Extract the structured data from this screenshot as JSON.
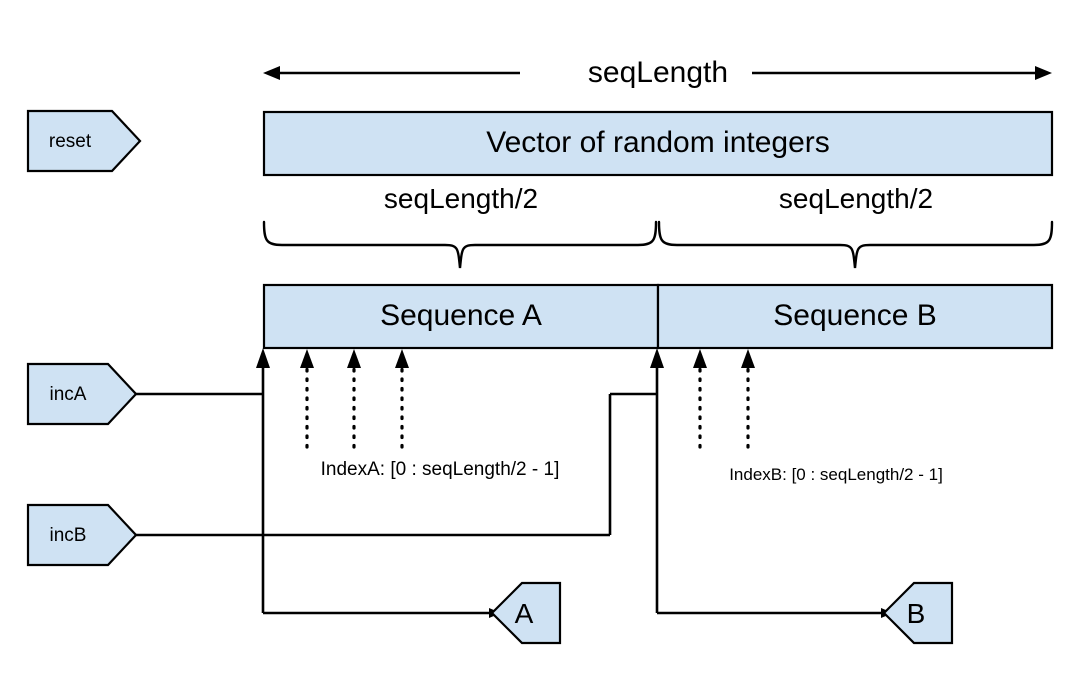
{
  "diagram": {
    "title_dimension": "seqLength",
    "vector_box": {
      "label": "Vector of random integers"
    },
    "half_dimensions": [
      {
        "label": "seqLength/2"
      },
      {
        "label": "seqLength/2"
      }
    ],
    "sequence_boxes": [
      {
        "label": "Sequence A"
      },
      {
        "label": "Sequence B"
      }
    ],
    "index_annotations": [
      {
        "label": "IndexA: [0 : seqLength/2 - 1]"
      },
      {
        "label": "IndexB: [0 : seqLength/2 - 1]"
      }
    ],
    "input_ports": [
      {
        "label": "reset"
      },
      {
        "label": "incA"
      },
      {
        "label": "incB"
      }
    ],
    "output_ports": [
      {
        "label": "A"
      },
      {
        "label": "B"
      }
    ],
    "colors": {
      "shape_fill": "#cfe2f3",
      "stroke": "#000000",
      "background": "#ffffff"
    }
  }
}
